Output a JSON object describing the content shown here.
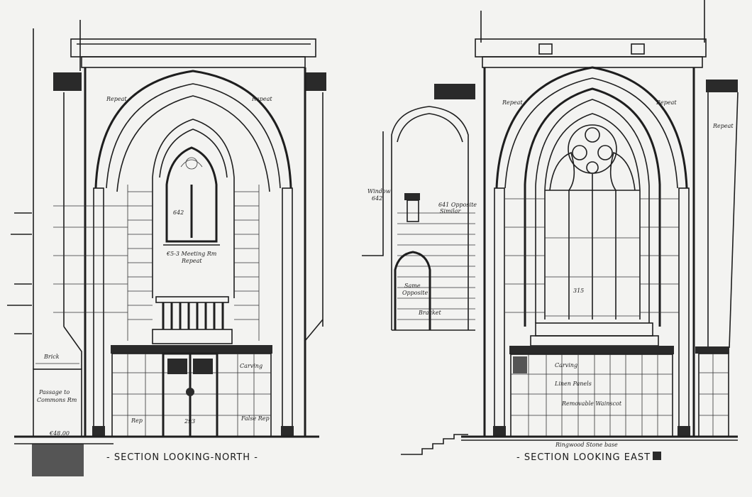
{
  "titles": {
    "north": "- SECTION LOOKING-NORTH -",
    "east": "- SECTION LOOKING EAST"
  },
  "north_labels": {
    "repeat_left": "Repeat",
    "repeat_right": "Repeat",
    "window_number": "642",
    "meeting_room": "€5-3 Meeting Rm",
    "meeting_room_sub": "Repeat",
    "brick": "Brick",
    "passage": "Passage to",
    "passage2": "Commons Rm",
    "level": "€48.00",
    "carving": "Carving",
    "door_number": "293",
    "rep": "Rep",
    "false_rep": "False Rep"
  },
  "east_labels": {
    "repeat_left": "Repeat",
    "repeat_right": "Repeat",
    "repeat_side": "Repeat",
    "window_ref": "Window",
    "window_ref_num": "642",
    "opposite": "641 Opposite",
    "opposite2": "Similar",
    "door_label": "Same",
    "door_label2": "Opposite",
    "bracket": "Bracket",
    "window_number": "315",
    "carving": "Carving",
    "linen": "Linen Panels",
    "wainscot": "Removable Wainscot",
    "stone_base": "Ringwood Stone base"
  }
}
